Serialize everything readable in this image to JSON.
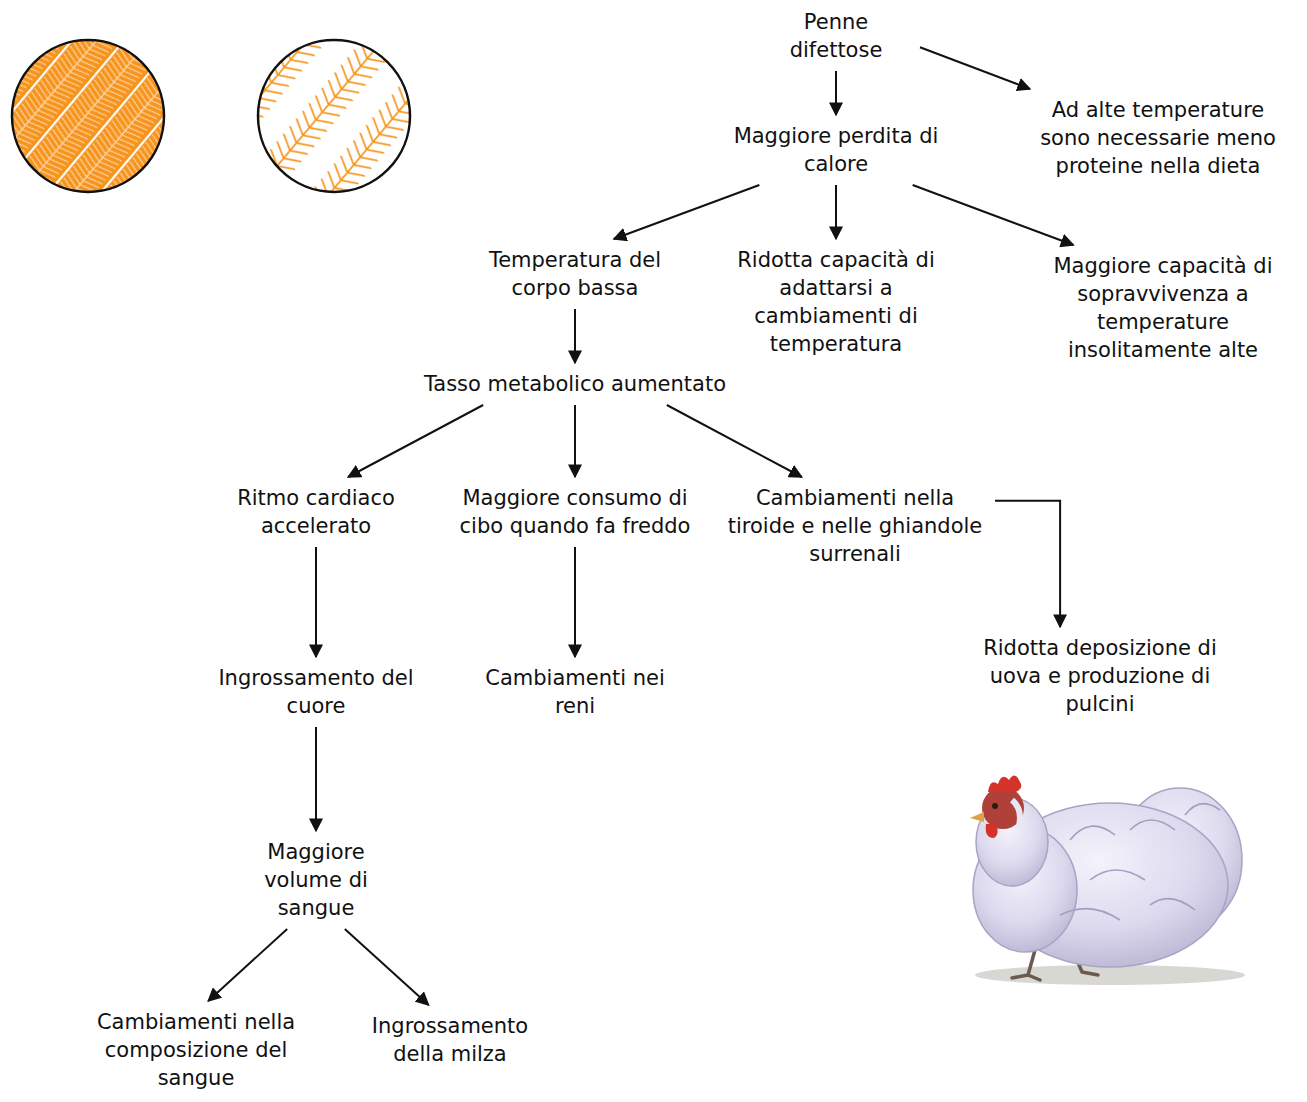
{
  "diagram": {
    "nodes": [
      {
        "text": [
          "Penne difettose"
        ]
      },
      {
        "text": [
          "Maggiore perdita di calore"
        ]
      },
      {
        "text": [
          "Ad alte temperature sono necessarie meno proteine nella dieta"
        ]
      },
      {
        "text": [
          "Temperatura del corpo bassa"
        ]
      },
      {
        "text": [
          "Ridotta capacità di adattarsi a cambiamenti di temperatura"
        ]
      },
      {
        "text": [
          "Maggiore capacità di sopravvivenza a temperature insolitamente alte"
        ]
      },
      {
        "text": [
          "Tasso metabolico aumentato"
        ]
      },
      {
        "text": [
          "Ritmo cardiaco accelerato"
        ]
      },
      {
        "text": [
          "Maggiore consumo di cibo quando fa freddo"
        ]
      },
      {
        "text": [
          "Cambiamenti nella tiroide e nelle ghiandole surrenali"
        ]
      },
      {
        "text": [
          "Ingrossamento del cuore"
        ]
      },
      {
        "text": [
          "Cambiamenti nei reni"
        ]
      },
      {
        "text": [
          "Ridotta deposizione di uova e produzione di pulcini"
        ]
      },
      {
        "text": [
          "Maggiore volume di sangue"
        ]
      },
      {
        "text": [
          "Cambiamenti nella composizione del sangue"
        ]
      },
      {
        "text": [
          "Ingrossamento della milza"
        ]
      }
    ],
    "edges": [
      {
        "from": 0,
        "to": 1,
        "arrow": "to"
      },
      {
        "from": 0,
        "to": 2,
        "arrow": "to"
      },
      {
        "from": 1,
        "to": 3,
        "arrow": "to"
      },
      {
        "from": 1,
        "to": 4,
        "arrow": "to"
      },
      {
        "from": 1,
        "to": 5,
        "arrow": "to"
      },
      {
        "from": 3,
        "to": 6,
        "arrow": "to"
      },
      {
        "from": 6,
        "to": 7,
        "arrow": "to"
      },
      {
        "from": 6,
        "to": 8,
        "arrow": "to"
      },
      {
        "from": 6,
        "to": 9,
        "arrow": "to"
      },
      {
        "from": 7,
        "to": 10,
        "arrow": "to"
      },
      {
        "from": 8,
        "to": 11,
        "arrow": "to"
      },
      {
        "from": 9,
        "to": 12,
        "arrow": "to"
      },
      {
        "from": 10,
        "to": 13,
        "arrow": "to"
      },
      {
        "from": 13,
        "to": 14,
        "arrow": "to"
      },
      {
        "from": 13,
        "to": 15,
        "arrow": "to"
      }
    ]
  }
}
